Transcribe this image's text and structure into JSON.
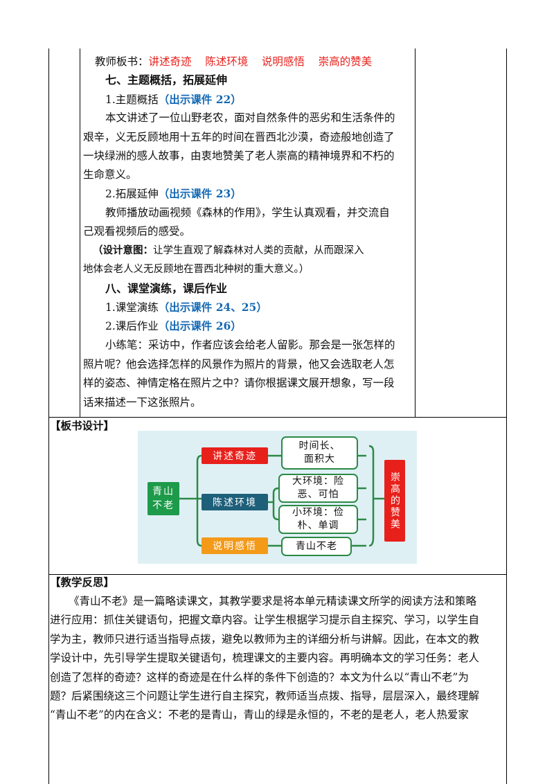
{
  "board_line": {
    "prefix": "教师板书：",
    "items": "讲述奇迹    陈述环境    说明感悟    崇高的赞美"
  },
  "section7": {
    "title": "七、主题概括，拓展延伸",
    "sub1_label": "1.主题概括",
    "sub1_ref": "（出示课件 22）",
    "para1": [
      "本文讲述了一位山野老农，面对自然条件的恶劣和生活条件的",
      "艰辛，义无反顾地用十五年的时间在晋西北沙漠，奇迹般地创造了",
      "一块绿洲的感人故事，由衷地赞美了老人崇高的精神境界和不朽的",
      "生命意义。"
    ],
    "sub2_label": "2.拓展延伸",
    "sub2_ref": "（出示课件 23）",
    "para2": [
      "教师播放动画视频《森林的作用》，学生认真观看，并交流自",
      "己观看视频后的感受。"
    ],
    "design_label": "（设计意图：",
    "design_text": [
      "让学生直观了解森林对人类的贡献，从而跟深入",
      "地体会老人义无反顾地在晋西北种树的重大意义。）"
    ]
  },
  "section8": {
    "title": "八、课堂演练，课后作业",
    "sub1_label": "1.课堂演练",
    "sub1_ref": "（出示课件 24、25）",
    "sub2_label": "2.课后作业",
    "sub2_ref": "（出示课件 26）",
    "para": [
      "小练笔：采访中，作者应该会给老人留影。那会是一张怎样的",
      "照片呢？他会选择怎样的风景作为照片的背景，他又会选取老人怎",
      "样的姿态、神情定格在照片之中？请你根据课文展开想象，写一段",
      "话来描述一下这张照片。"
    ]
  },
  "board_design": {
    "heading": "【板书设计】",
    "center": "青山\n不老",
    "branch1": "讲述奇迹",
    "branch2": "陈述环境",
    "branch3": "说明感悟",
    "leaf1": "时间长、\n面积大",
    "leaf2": "大环境：险\n恶、可怕",
    "leaf3": "小环境：俭\n朴、单调",
    "leaf4": "青山不老",
    "result": "崇高的赞美",
    "colors": {
      "center": "#1d9a4a",
      "branch1": "#e8201b",
      "branch2": "#1e5f7a",
      "branch3": "#f39a19",
      "result": "#e8201b",
      "connector": "#2a8a45"
    }
  },
  "reflection": {
    "heading": "【教学反思】",
    "lines": [
      "《青山不老》是一篇略读课文，其教学要求是将本单元精读课文所学的阅读方法和策略",
      "进行应用：抓住关键语句，把握文章内容。让学生根据学习提示自主探究、学习，以学生自",
      "学为主，教师只进行适当指导点拨，避免以教师为主的详细分析与讲解。因此，在本文的教",
      "学设计中，先引导学生提取关键语句，梳理课文的主要内容。再明确本文的学习任务：老人",
      "创造了怎样的奇迹？这样的奇迹是在什么样的条件下创造的？本文为什么以“青山不老”为",
      "题？后紧围绕这三个问题让学生进行自主探究，教师适当点拨、指导，层层深入，最终理解",
      "“青山不老”的内在含义：不老的是青山，青山的绿是永恒的，不老的是老人，老人热爱家"
    ]
  }
}
